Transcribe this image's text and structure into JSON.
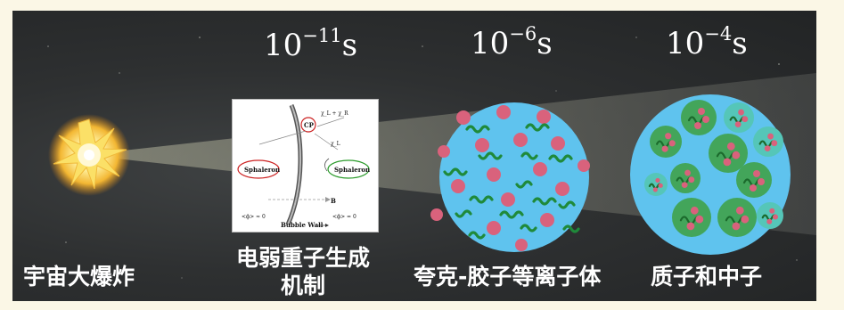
{
  "times": [
    {
      "base": "10",
      "exp": "−11",
      "unit": "s"
    },
    {
      "base": "10",
      "exp": "−6",
      "unit": "s"
    },
    {
      "base": "10",
      "exp": "−4",
      "unit": "s"
    }
  ],
  "labels": {
    "big_bang": "宇宙大爆炸",
    "ew_line1": "电弱重子生成",
    "ew_line2": "机制",
    "qgp": "夸克-胶子等离子体",
    "hadrons": "质子和中子"
  },
  "inset": {
    "cp": "CP",
    "chi_top": "χ_L + χ_R",
    "chi_mid": "χ_L",
    "sphaleron_left": "Sphaleron",
    "sphaleron_right": "Sphaleron",
    "b_label": "B",
    "phi_left": "<ϕ> ≈ 0",
    "phi_right": "<ϕ> = 0",
    "bubble_wall": "Bubble Wall"
  },
  "colors": {
    "background": "#fbf7e6",
    "space": "#2e3031",
    "plasma_blue": "#5fc3ee",
    "gluon_green": "#1f8a3a",
    "quark_red": "#d9627c",
    "hadron_green": "#43a55a",
    "burst": "#ffe27a"
  }
}
